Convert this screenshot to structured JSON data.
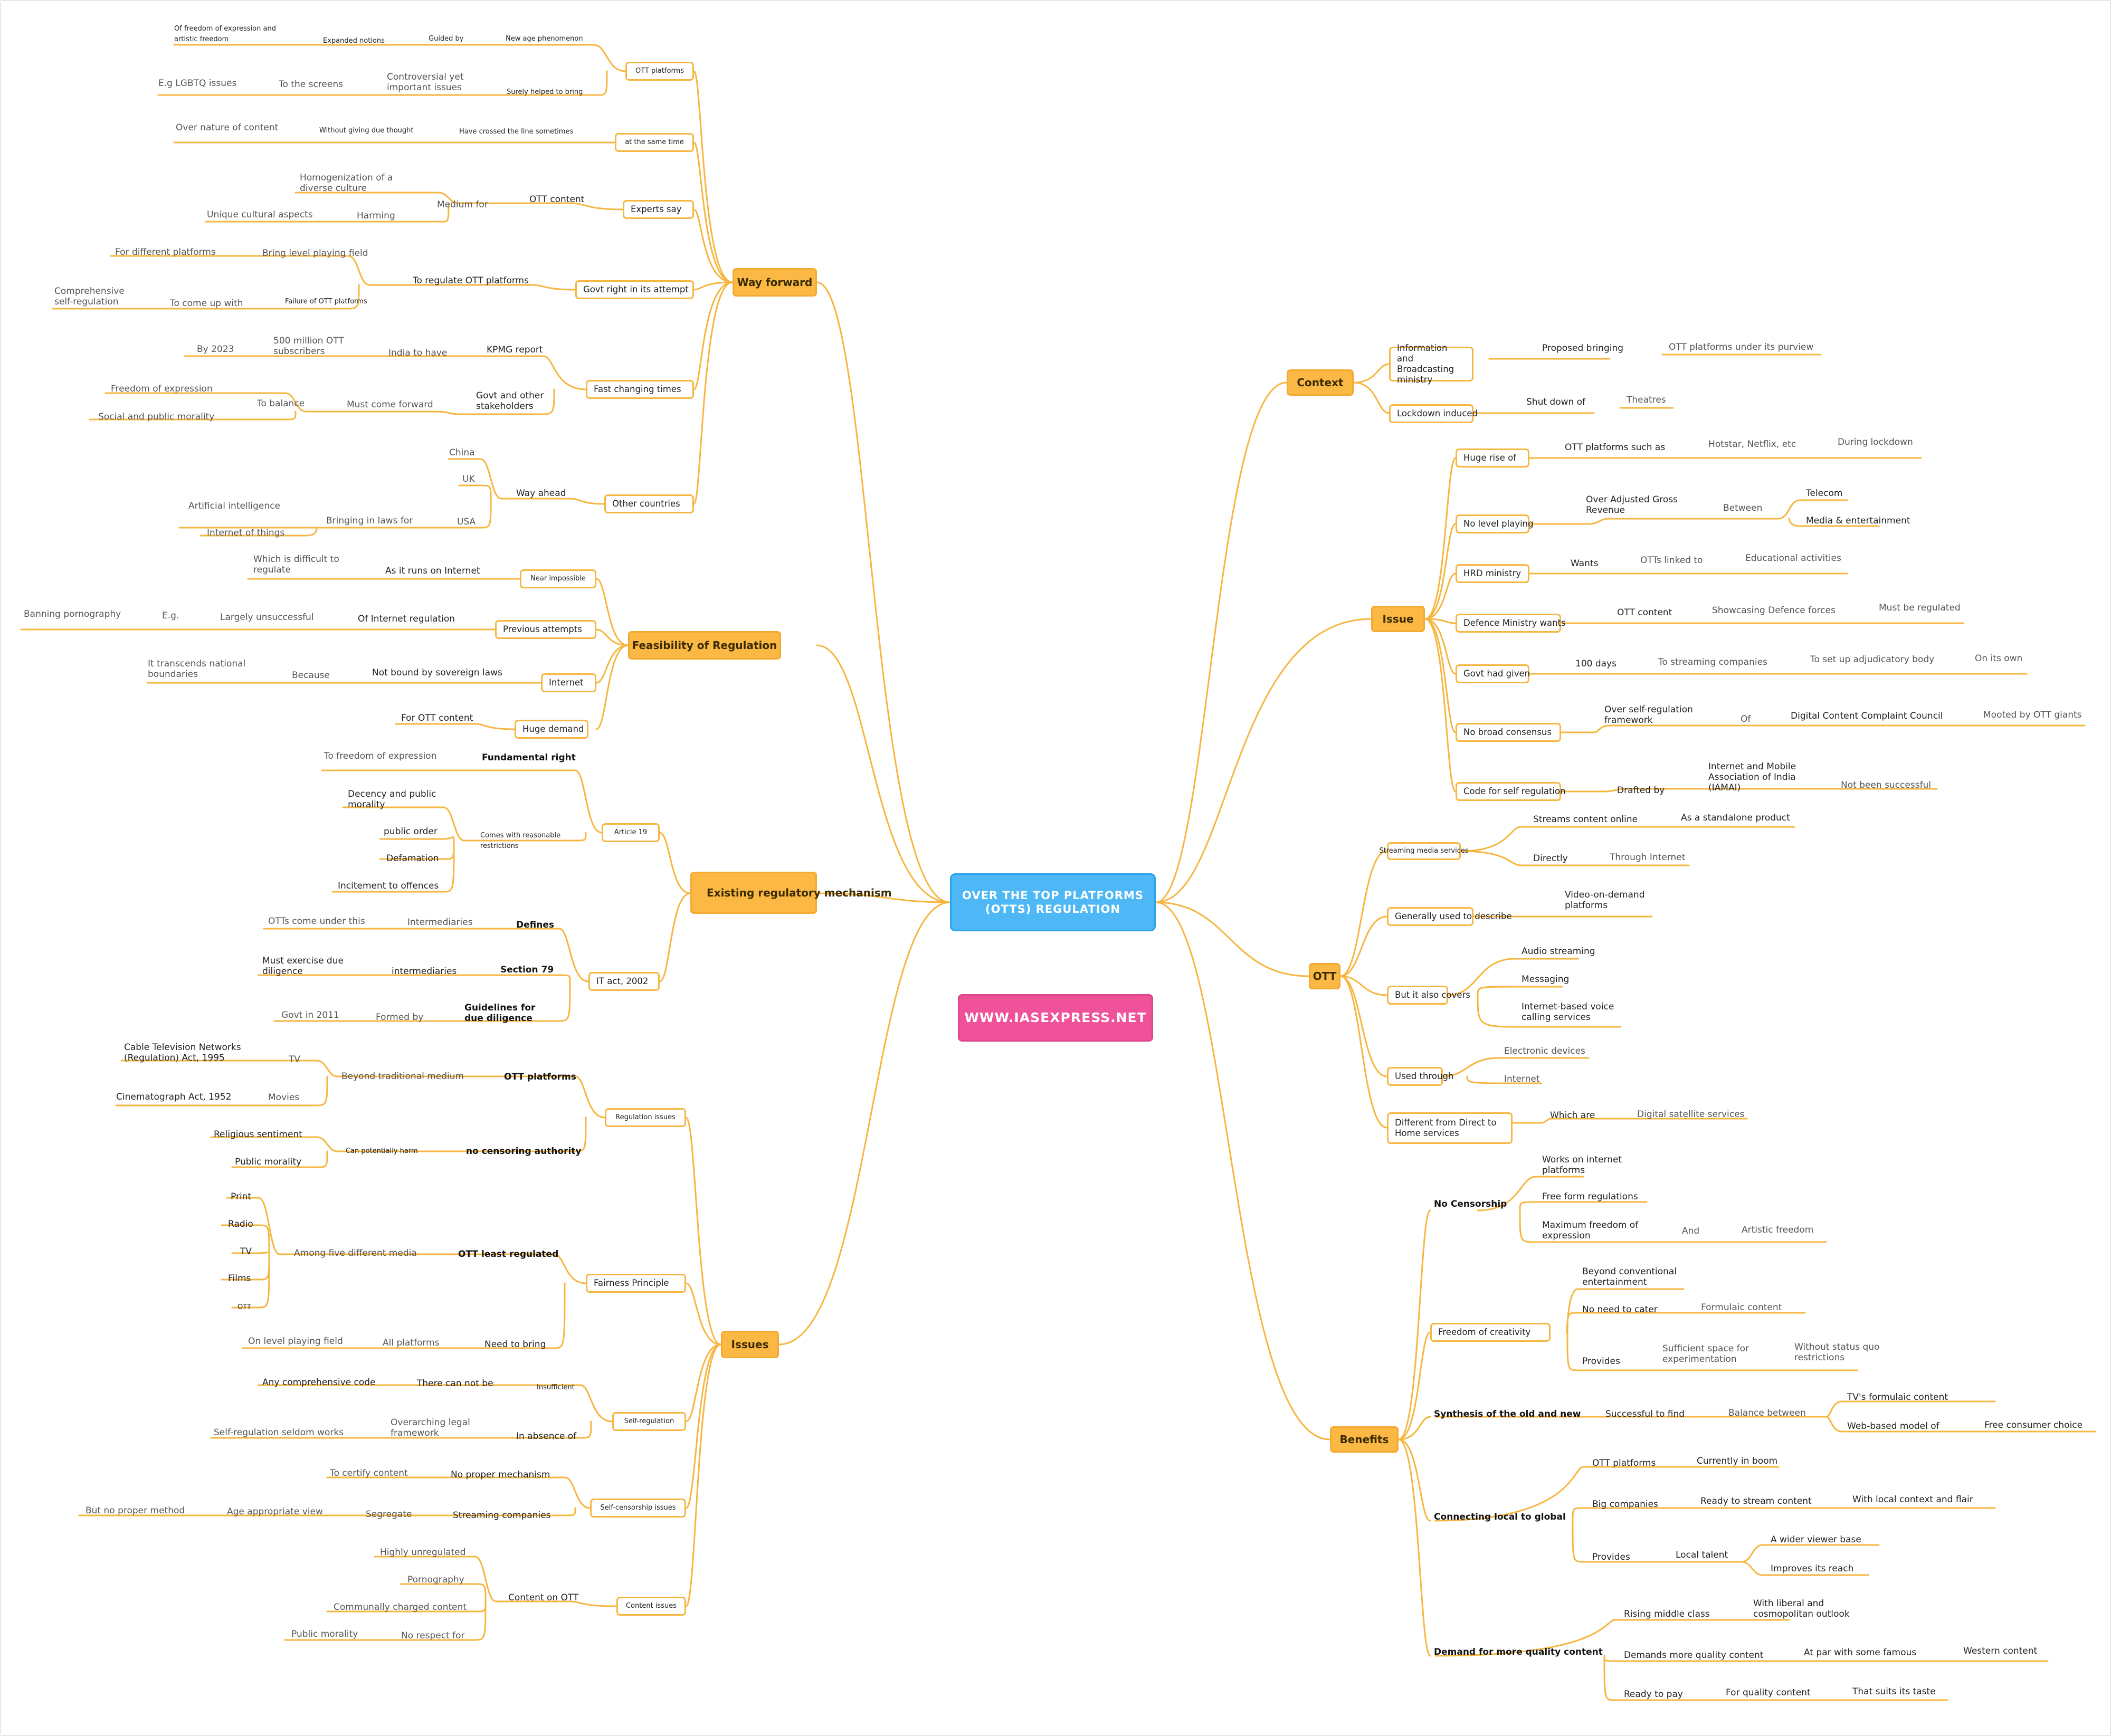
{
  "center": {
    "line1": "OVER THE TOP PLATFORMS",
    "line2": "(OTTS) REGULATION"
  },
  "watermark": "WWW.IASEXPRESS.NET",
  "context": {
    "title": "Context",
    "info_ministry": "Information and Broadcasting ministry",
    "proposed_bringing": "Proposed bringing",
    "ott_under_purview": "OTT platforms under its purview",
    "lockdown_induced": "Lockdown induced",
    "shut_down_of": "Shut down of",
    "theatres": "Theatres"
  },
  "issue": {
    "title": "Issue",
    "huge_rise": "Huge rise of",
    "ott_such_as": "OTT platforms such as",
    "hotstar": "Hotstar, Netflix, etc",
    "during_lockdown": "During lockdown",
    "no_level_playing": "No level playing",
    "over_agr": "Over Adjusted Gross Revenue",
    "between": "Between",
    "telecom": "Telecom",
    "media_ent": "Media & entertainment",
    "hrd": "HRD ministry",
    "wants": "Wants",
    "otts_linked": "OTTs linked to",
    "educational": "Educational activities",
    "defence": "Defence Ministry wants",
    "ott_content": "OTT content",
    "showcasing": "Showcasing Defence forces",
    "must_regulated": "Must be regulated",
    "govt_given": "Govt had given",
    "days100": "100 days",
    "to_streaming": "To streaming companies",
    "adjudicatory": "To set up adjudicatory body",
    "on_its_own": "On its own",
    "no_consensus": "No broad consensus",
    "self_reg_framework": "Over self-regulation framework",
    "of": "Of",
    "dccc": "Digital Content Complaint Council",
    "mooted": "Mooted by OTT giants",
    "code_self": "Code for self regulation",
    "drafted_by": "Drafted by",
    "iamai": "Internet and Mobile Association of India (IAMAI)",
    "not_successful": "Not been successful"
  },
  "ott": {
    "title": "OTT",
    "streaming_services": "Streaming media services",
    "streams_online": "Streams content online",
    "standalone": "As a standalone product",
    "directly": "Directly",
    "through_internet": "Through Internet",
    "generally_used": "Generally used to describe",
    "vod": "Video-on-demand platforms",
    "also_covers": "But it also covers",
    "audio": "Audio streaming",
    "messaging": "Messaging",
    "voip": "Internet-based voice calling services",
    "used_through": "Used through",
    "electronic": "Electronic devices",
    "internet": "Internet",
    "different_dth": "Different from Direct to Home services",
    "which_are": "Which are",
    "digital_satellite": "Digital satellite services"
  },
  "benefits": {
    "title": "Benefits",
    "no_censorship": "No Censorship",
    "works_internet": "Works on internet platforms",
    "free_form": "Free form regulations",
    "max_freedom": "Maximum freedom of expression",
    "and": "And",
    "artistic": "Artistic freedom",
    "freedom_creativity": "Freedom of creativity",
    "beyond_conventional": "Beyond conventional entertainment",
    "no_need_cater": "No need to cater",
    "formulaic": "Formulaic content",
    "provides": "Provides",
    "sufficient_space": "Sufficient space for experimentation",
    "without_status_quo": "Without status quo restrictions",
    "synthesis": "Synthesis of the old and new",
    "successful_find": "Successful to find",
    "balance_between": "Balance between",
    "tv_formulaic": "TV's formulaic content",
    "web_model": "Web-based model of",
    "free_consumer": "Free consumer choice",
    "connecting": "Connecting local to global",
    "ott_platforms": "OTT platforms",
    "currently_boom": "Currently in boom",
    "big_companies": "Big companies",
    "ready_stream": "Ready to stream content",
    "local_context": "With local context and flair",
    "provides2": "Provides",
    "local_talent": "Local talent",
    "wider_viewer": "A wider viewer base",
    "improves_reach": "Improves its reach",
    "demand_quality": "Demand for more quality content",
    "rising_middle": "Rising middle class",
    "liberal": "With liberal and cosmopolitan outlook",
    "demands_quality": "Demands more quality content",
    "at_par": "At par with some famous",
    "western": "Western content",
    "ready_pay": "Ready to pay",
    "for_quality": "For quality content",
    "suits_taste": "That suits its taste"
  },
  "way_forward": {
    "title": "Way forward",
    "ott_platforms": "OTT platforms",
    "new_age": "New age phenomenon",
    "guided_by": "Guided by",
    "expanded": "Expanded notions",
    "freedom_artistic": "Of freedom of expression and artistic freedom",
    "surely_helped": "Surely helped to bring",
    "controversial": "Controversial yet important issues",
    "to_screens": "To the screens",
    "lgbtq": "E.g LGBTQ issues",
    "same_time": "at the same time",
    "crossed_line": "Have crossed the line sometimes",
    "without_thought": "Without giving due thought",
    "over_nature": "Over nature of content",
    "experts_say": "Experts say",
    "ott_content": "OTT content",
    "medium_for": "Medium for",
    "homogenization": "Homogenization of a diverse culture",
    "harming": "Harming",
    "unique_cultural": "Unique cultural aspects",
    "govt_right": "Govt right in its attempt",
    "to_regulate": "To regulate OTT platforms",
    "bring_level": "Bring level playing field",
    "different_platforms": "For different platforms",
    "failure_ott": "Failure of OTT platforms",
    "to_come_up": "To come up with",
    "comprehensive": "Comprehensive self-regulation",
    "fast_changing": "Fast changing times",
    "kpmg": "KPMG report",
    "india_have": "India to have",
    "subscribers": "500 million OTT subscribers",
    "by2023": "By 2023",
    "govt_stakeholders": "Govt and other stakeholders",
    "must_come": "Must come forward",
    "to_balance": "To balance",
    "freedom_expression": "Freedom of expression",
    "social_morality": "Social and public morality",
    "other_countries": "Other countries",
    "way_ahead": "Way ahead",
    "china": "China",
    "uk": "UK",
    "usa": "USA",
    "bringing_laws": "Bringing in laws for",
    "ai": "Artificial intelligence",
    "iot": "Internet of things"
  },
  "feasibility": {
    "title": "Feasibility of Regulation",
    "near_impossible": "Near impossible",
    "runs_internet": "As it runs on Internet",
    "difficult": "Which is difficult to regulate",
    "previous": "Previous attempts",
    "of_internet_reg": "Of Internet regulation",
    "largely_unsuccessful": "Largely unsuccessful",
    "eg": "E.g.",
    "banning": "Banning pornography",
    "internet": "Internet",
    "not_bound": "Not bound by sovereign laws",
    "because": "Because",
    "transcends": "It transcends national boundaries",
    "huge_demand": "Huge demand",
    "for_ott": "For OTT content"
  },
  "existing": {
    "title": "Existing regulatory mechanism",
    "article19": "Article 19",
    "fundamental": "Fundamental right",
    "to_freedom": "To freedom of expression",
    "reasonable": "Comes with reasonable restrictions",
    "decency": "Decency and public morality",
    "public_order": "public order",
    "defamation": "Defamation",
    "incitement": "Incitement to offences",
    "it_act": "IT act, 2002",
    "defines": "Defines",
    "intermediaries": "Intermediaries",
    "otts_under": "OTTs come under this",
    "section79": "Section 79",
    "intermediaries2": "intermediaries",
    "due_diligence": "Must exercise due diligence",
    "guidelines": "Guidelines for due diligence",
    "formed_by": "Formed by",
    "govt2011": "Govt in 2011"
  },
  "issues": {
    "title": "Issues",
    "regulation_issues": "Regulation issues",
    "ott_platforms": "OTT platforms",
    "beyond_medium": "Beyond traditional medium",
    "tv": "TV",
    "cable_act": "Cable Television Networks (Regulation) Act, 1995",
    "movies": "Movies",
    "cinematograph": "Cinematograph Act, 1952",
    "no_censoring": "no censoring authority",
    "can_harm": "Can potentially harm",
    "religious": "Religious sentiment",
    "public_morality": "Public morality",
    "fairness": "Fairness Principle",
    "least_regulated": "OTT least regulated",
    "among_five": "Among five different media",
    "print": "Print",
    "radio": "Radio",
    "tv2": "TV",
    "films": "Films",
    "ott": "OTT",
    "need_bring": "Need to bring",
    "all_platforms": "All platforms",
    "level_field": "On level playing field",
    "self_regulation": "Self-regulation",
    "insufficient": "Insufficient",
    "cannot_be": "There can not be",
    "any_code": "Any comprehensive code",
    "absence_of": "In absence of",
    "overarching": "Overarching legal framework",
    "seldom": "Self-regulation seldom works",
    "self_censorship": "Self-censorship issues",
    "no_mechanism": "No proper mechanism",
    "certify": "To certify content",
    "streaming_companies": "Streaming companies",
    "segregate": "Segregate",
    "age_view": "Age appropriate view",
    "no_method": "But no proper method",
    "content_issues": "Content issues",
    "content_on_ott": "Content on OTT",
    "unregulated": "Highly unregulated",
    "pornography": "Pornography",
    "communally": "Communally charged content",
    "no_respect": "No respect for",
    "public_morality2": "Public morality"
  }
}
